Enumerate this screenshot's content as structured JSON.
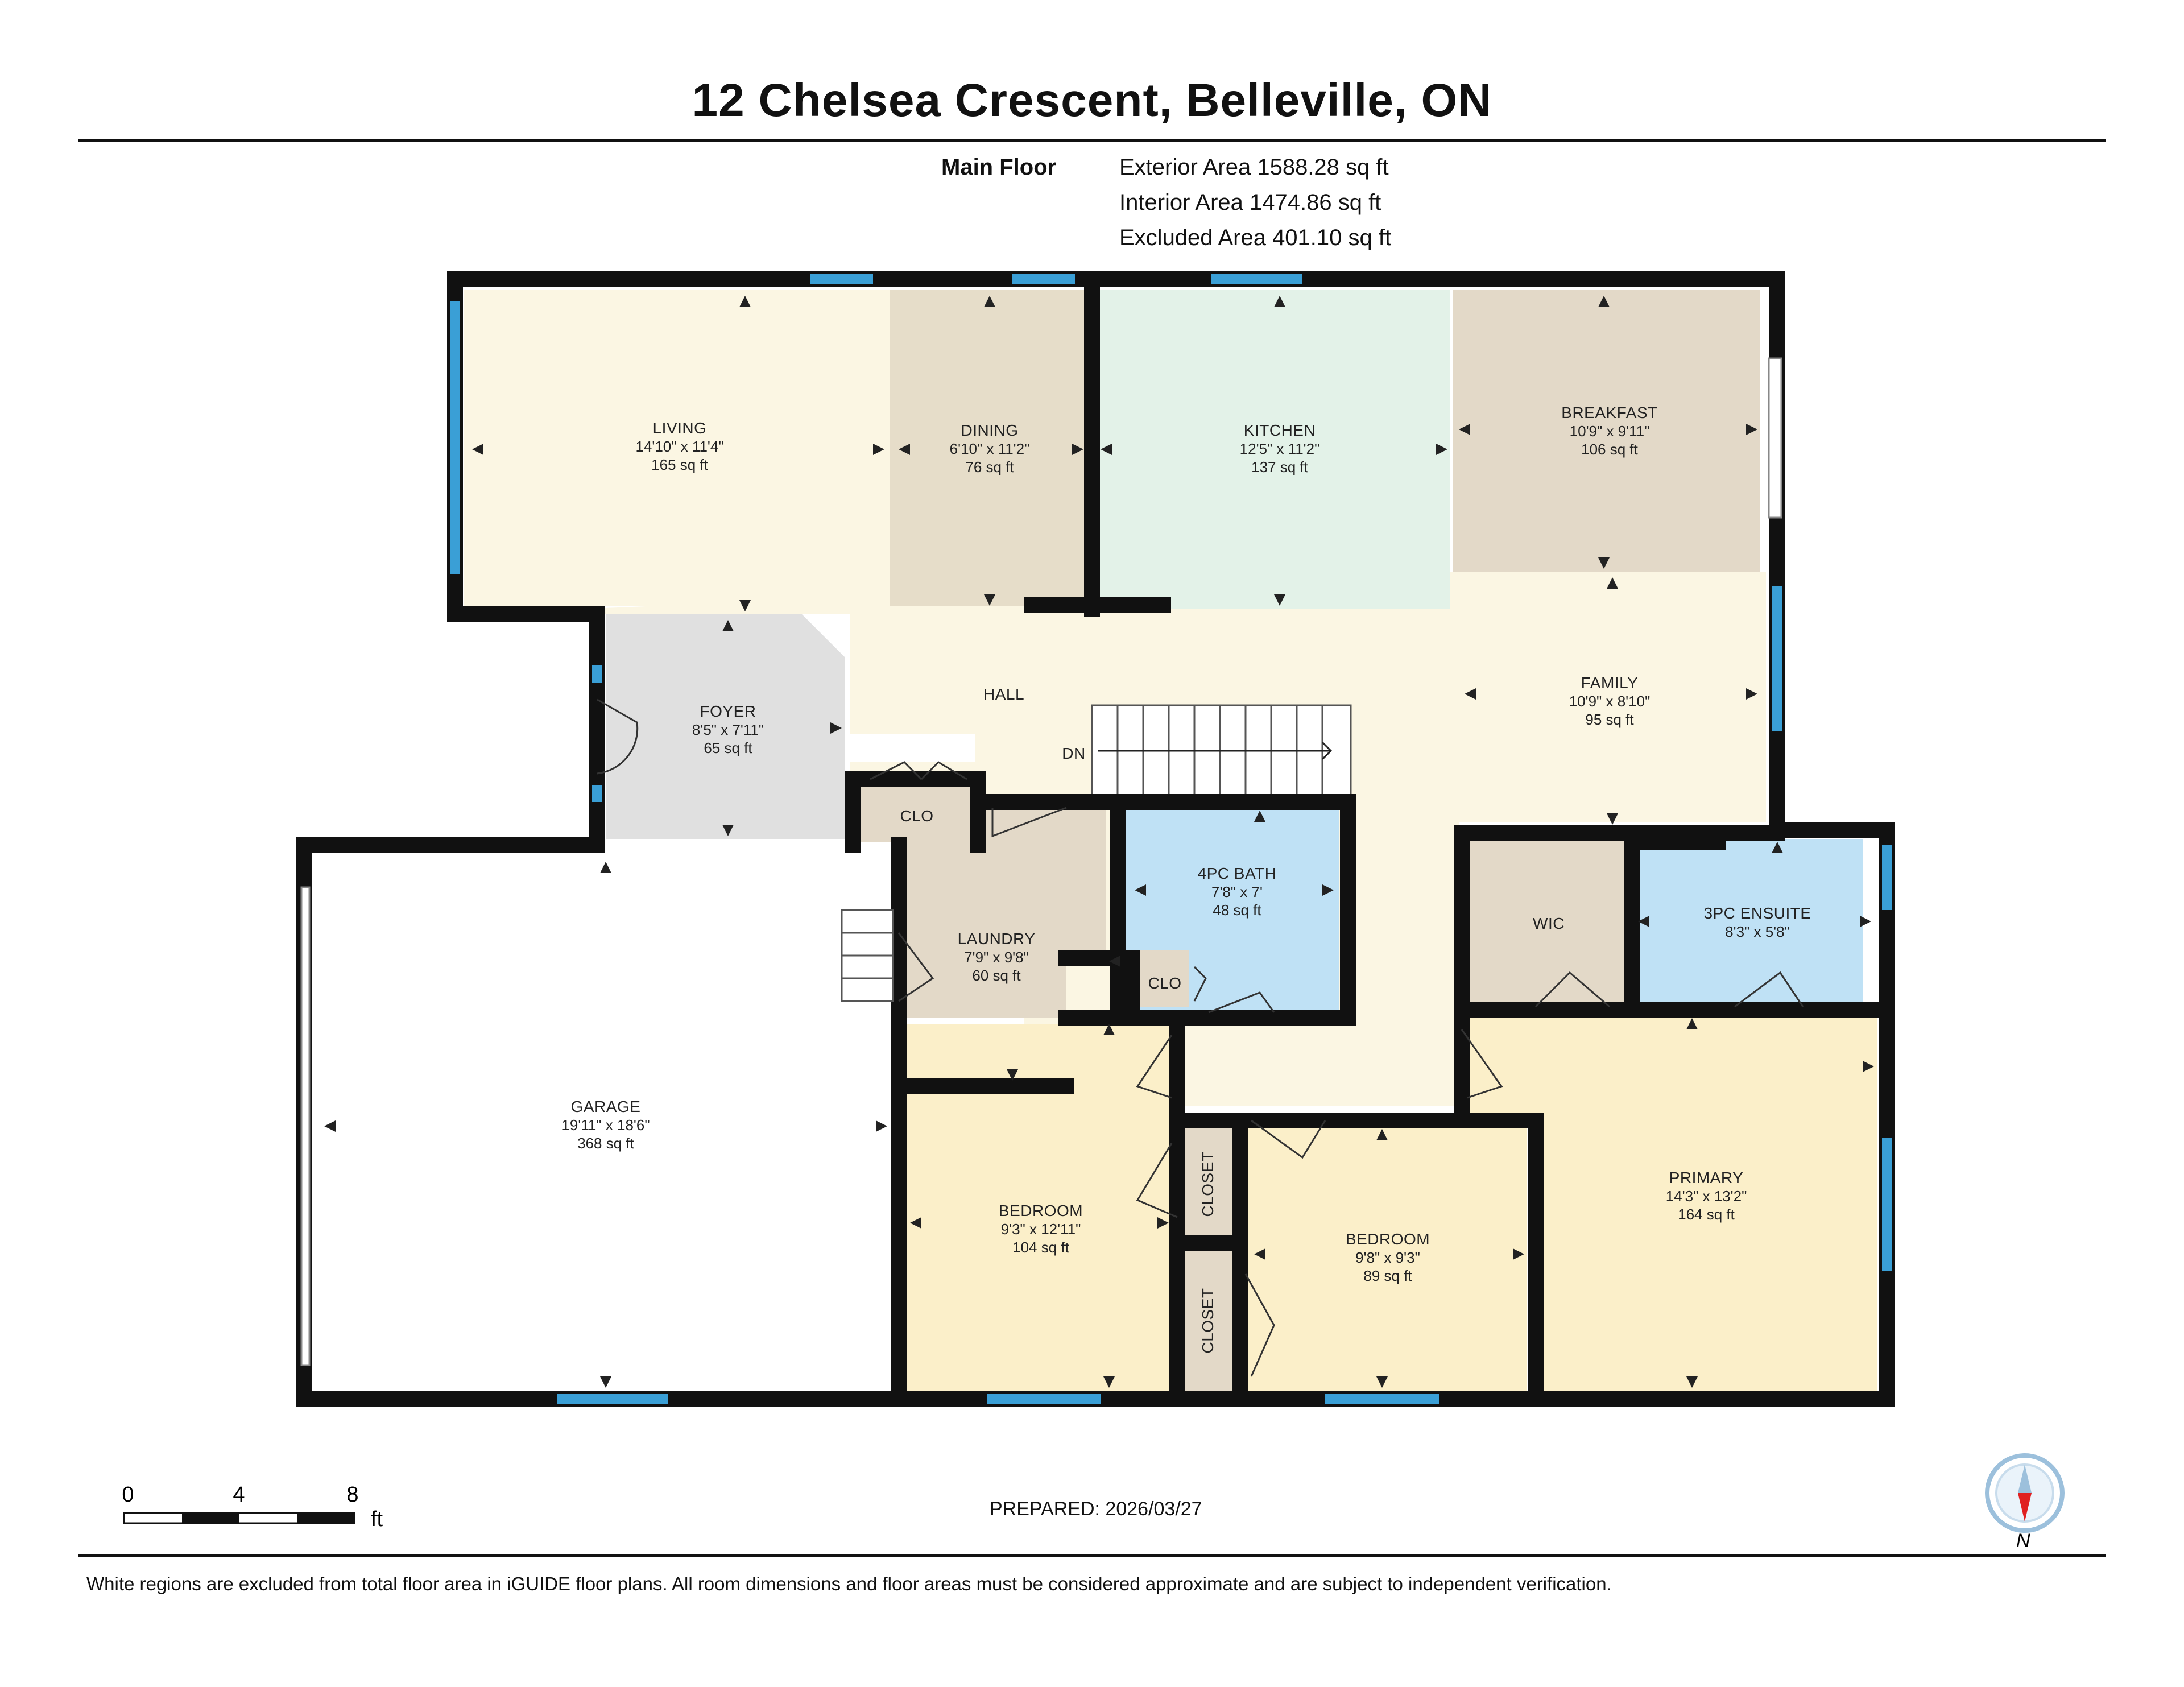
{
  "title": "12 Chelsea Crescent, Belleville, ON",
  "floor": {
    "name": "Main Floor",
    "areas": [
      "Exterior Area 1588.28 sq ft",
      "Interior Area 1474.86 sq ft",
      "Excluded Area 401.10 sq ft"
    ]
  },
  "rooms": {
    "living": {
      "name": "LIVING",
      "dims": "14'10\" x 11'4\"",
      "area": "165 sq ft"
    },
    "dining": {
      "name": "DINING",
      "dims": "6'10\" x 11'2\"",
      "area": "76 sq ft"
    },
    "kitchen": {
      "name": "KITCHEN",
      "dims": "12'5\" x 11'2\"",
      "area": "137 sq ft"
    },
    "breakfast": {
      "name": "BREAKFAST",
      "dims": "10'9\" x 9'11\"",
      "area": "106 sq ft"
    },
    "foyer": {
      "name": "FOYER",
      "dims": "8'5\" x 7'11\"",
      "area": "65 sq ft"
    },
    "hall": {
      "name": "HALL"
    },
    "family": {
      "name": "FAMILY",
      "dims": "10'9\" x 8'10\"",
      "area": "95 sq ft"
    },
    "stairs": {
      "name": "DN"
    },
    "clo1": {
      "name": "CLO"
    },
    "clo2": {
      "name": "CLO"
    },
    "bath4": {
      "name": "4PC BATH",
      "dims": "7'8\" x 7'",
      "area": "48 sq ft"
    },
    "laundry": {
      "name": "LAUNDRY",
      "dims": "7'9\" x 9'8\"",
      "area": "60 sq ft"
    },
    "wic": {
      "name": "WIC"
    },
    "ensuite": {
      "name": "3PC ENSUITE",
      "dims": "8'3\" x 5'8\""
    },
    "garage": {
      "name": "GARAGE",
      "dims": "19'11\" x 18'6\"",
      "area": "368 sq ft"
    },
    "bedroom1": {
      "name": "BEDROOM",
      "dims": "9'3\" x 12'11\"",
      "area": "104 sq ft"
    },
    "closet1": {
      "name": "CLOSET"
    },
    "closet2": {
      "name": "CLOSET"
    },
    "bedroom2": {
      "name": "BEDROOM",
      "dims": "9'8\" x 9'3\"",
      "area": "89 sq ft"
    },
    "primary": {
      "name": "PRIMARY",
      "dims": "14'3\" x 13'2\"",
      "area": "164 sq ft"
    }
  },
  "scale": {
    "ticks": [
      "0",
      "4",
      "8"
    ],
    "unit": "ft"
  },
  "prepared": "PREPARED: 2026/03/27",
  "compass": {
    "label": "N"
  },
  "footer": "White regions are excluded from total floor area in iGUIDE floor plans. All room dimensions and floor areas must be considered approximate and are subject to independent verification.",
  "colors": {
    "wall": "#111111",
    "window": "#3a9fd6",
    "living": "#fbf6e3",
    "dining": "#e6ddc9",
    "kitchen": "#e3f2e8",
    "breakfast": "#e3d9c8",
    "foyer": "#e0e0e0",
    "bath": "#bfe1f5",
    "utility": "#e3d9c8",
    "bedroom": "#fbefc9"
  }
}
